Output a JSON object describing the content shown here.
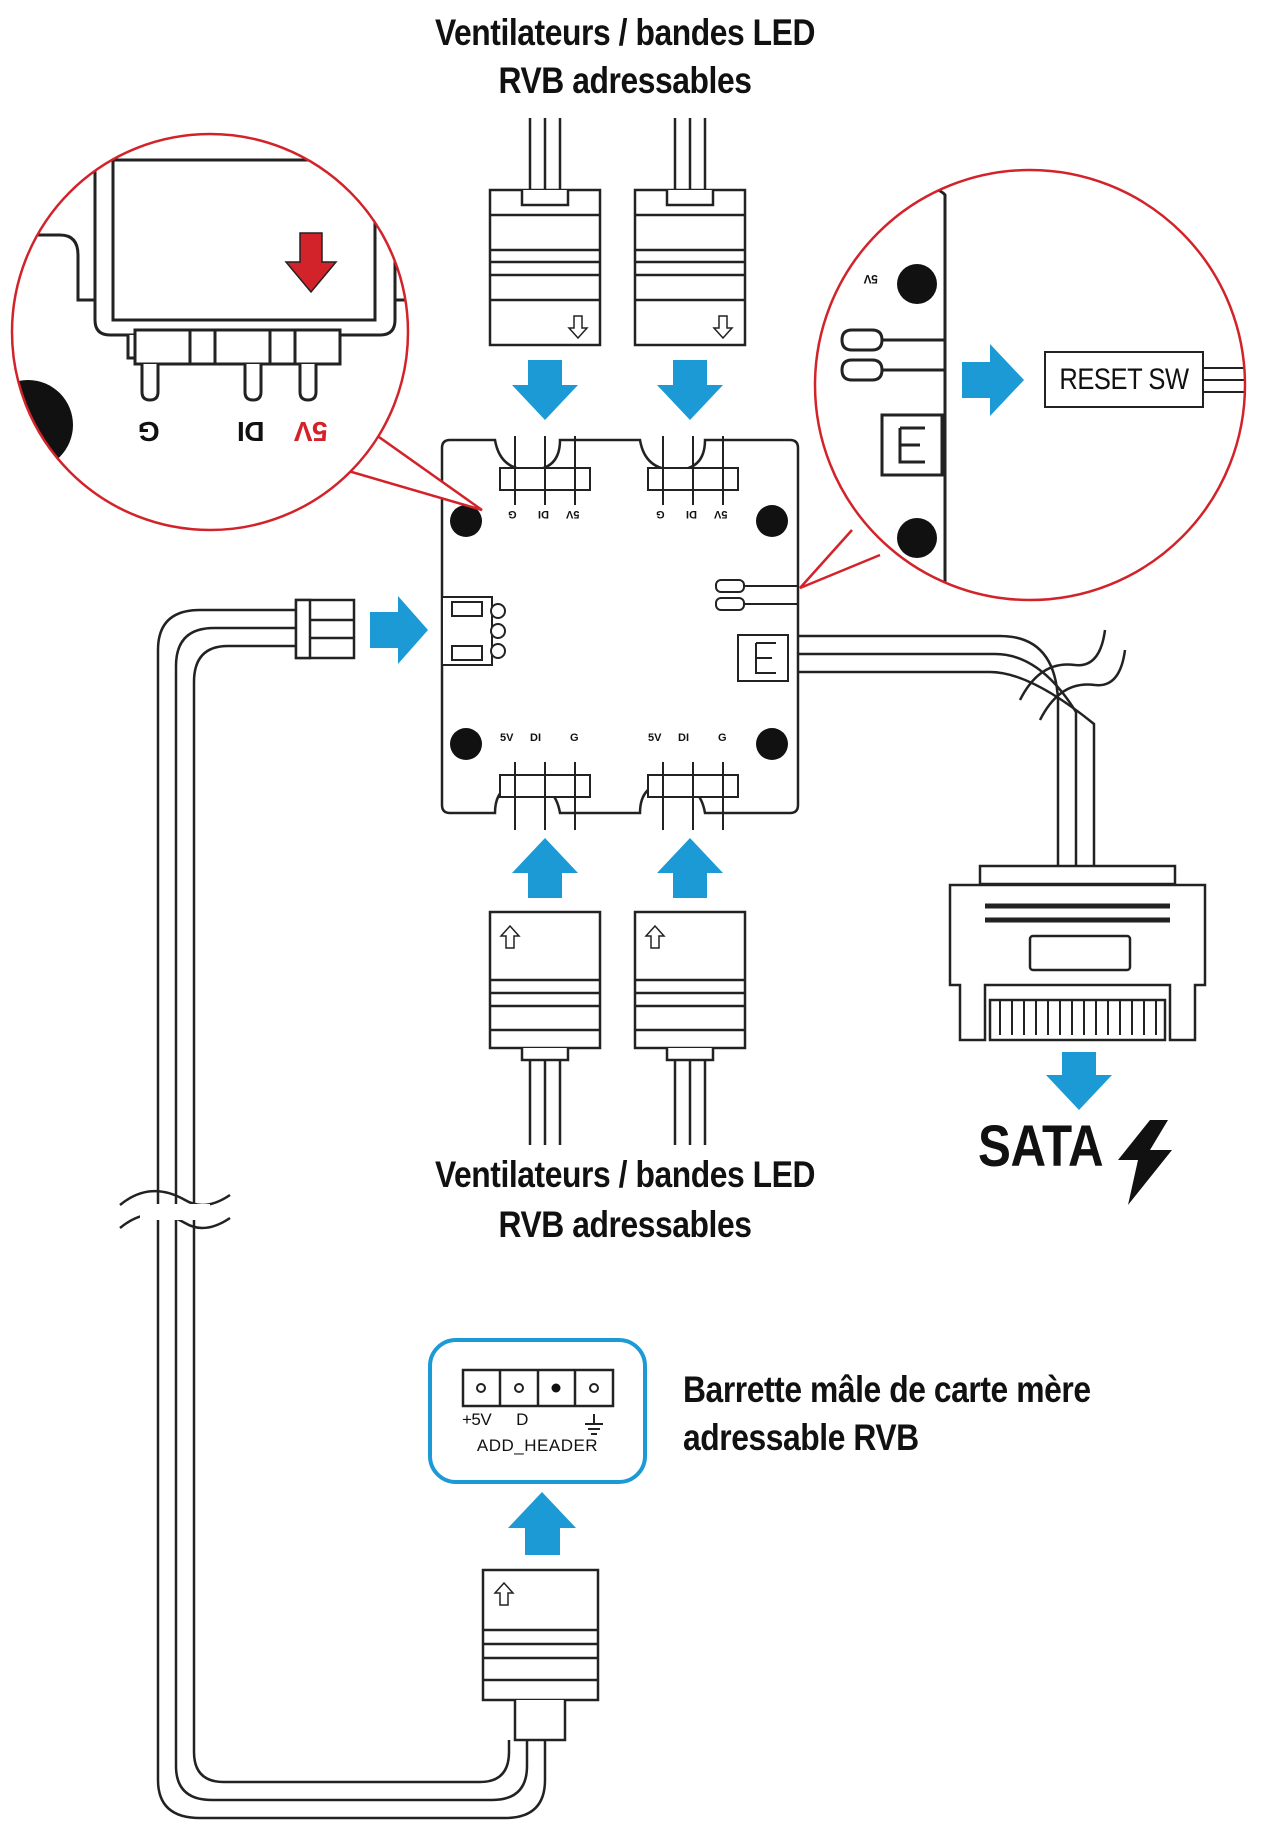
{
  "captions": {
    "top_line1": "Ventilateurs / bandes LED",
    "top_line2": "RVB adressables",
    "bottom_line1": "Ventilateurs / bandes LED",
    "bottom_line2": "RVB adressables",
    "header_line1": "Barrette mâle de carte mère",
    "header_line2": "adressable RVB",
    "sata": "SATA"
  },
  "zoom_left": {
    "pin_g": "G",
    "pin_di": "DI",
    "pin_5v": "5V"
  },
  "zoom_right": {
    "pin_5v": "5V",
    "reset_label": "RESET SW"
  },
  "hub_pins": {
    "top_left": [
      "G",
      "DI",
      "5V"
    ],
    "top_right": [
      "G",
      "DI",
      "5V"
    ],
    "bottom_left": [
      "5V",
      "DI",
      "G"
    ],
    "bottom_right": [
      "5V",
      "DI",
      "G"
    ]
  },
  "header_box": {
    "pin_5v": "+5V",
    "pin_d": "D",
    "name": "ADD_HEADER"
  },
  "colors": {
    "arrow_blue": "#1b9ad6",
    "zoom_red": "#d3232a",
    "header_outline": "#1b9ad6",
    "line": "#222222"
  },
  "icons": [
    "arrow-right-icon",
    "arrow-down-icon",
    "arrow-up-icon",
    "lightning-icon",
    "ground-icon"
  ]
}
